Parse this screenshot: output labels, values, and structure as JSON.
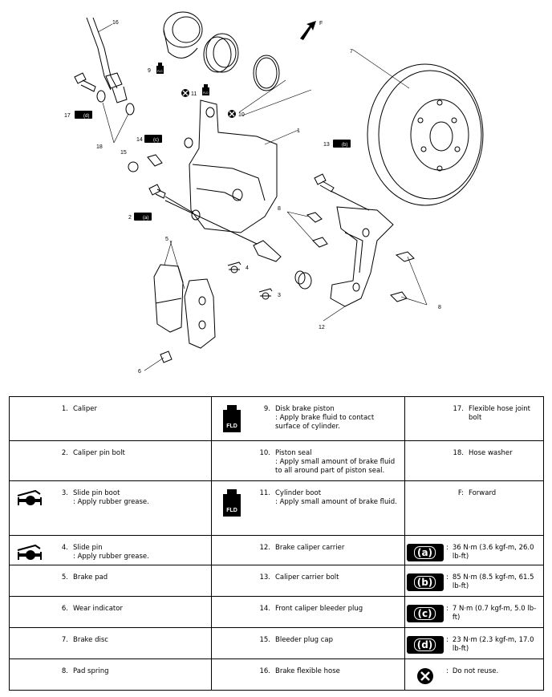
{
  "diagram_labels": {
    "n1": "1",
    "n2": "2",
    "n3": "3",
    "n4": "4",
    "n5": "5",
    "n6": "6",
    "n7": "7",
    "n8a": "8",
    "n8b": "8",
    "n9": "9",
    "n10": "10",
    "n11": "11",
    "n12": "12",
    "n13": "13",
    "n14": "14",
    "n15": "15",
    "n16": "16",
    "n17": "17",
    "n18": "18",
    "forward": "F",
    "ta": "(a)",
    "tb": "(b)",
    "tc": "(c)",
    "td": "(d)",
    "fld9": "FLD",
    "fld11": "FLD"
  },
  "legend": {
    "rows": [
      [
        {
          "num": "1.",
          "name": "Caliper",
          "note": ""
        },
        {
          "icon": "fld",
          "icon_label": "FLD",
          "num": "9.",
          "name": "Disk brake piston",
          "note": ": Apply brake fluid to contact surface of cylinder."
        },
        {
          "num": "17.",
          "name": "Flexible hose joint bolt",
          "note": ""
        }
      ],
      [
        {
          "num": "2.",
          "name": "Caliper pin bolt",
          "note": ""
        },
        {
          "num": "10.",
          "name": "Piston seal",
          "note": ": Apply small amount of brake fluid to all around part of piston seal."
        },
        {
          "num": "18.",
          "name": "Hose washer",
          "note": ""
        }
      ],
      [
        {
          "icon": "grease",
          "num": "3.",
          "name": "Slide pin boot",
          "note": ": Apply rubber grease."
        },
        {
          "icon": "fld",
          "icon_label": "FLD",
          "num": "11.",
          "name": "Cylinder boot",
          "note": ": Apply small amount of brake fluid."
        },
        {
          "num": "F:",
          "name": "Forward",
          "note": ""
        }
      ],
      [
        {
          "icon": "grease",
          "num": "4.",
          "name": "Slide pin",
          "note": ": Apply rubber grease."
        },
        {
          "num": "12.",
          "name": "Brake caliper carrier",
          "note": ""
        },
        {
          "icon": "torque",
          "icon_label": "(a)",
          "value": "36 N·m (3.6 kgf-m, 26.0 lb-ft)"
        }
      ],
      [
        {
          "num": "5.",
          "name": "Brake pad",
          "note": ""
        },
        {
          "num": "13.",
          "name": "Caliper carrier bolt",
          "note": ""
        },
        {
          "icon": "torque",
          "icon_label": "(b)",
          "value": "85 N·m (8.5 kgf-m, 61.5 lb-ft)"
        }
      ],
      [
        {
          "num": "6.",
          "name": "Wear indicator",
          "note": ""
        },
        {
          "num": "14.",
          "name": "Front caliper bleeder plug",
          "note": ""
        },
        {
          "icon": "torque",
          "icon_label": "(c)",
          "value": "7 N·m (0.7 kgf-m, 5.0 lb-ft)"
        }
      ],
      [
        {
          "num": "7.",
          "name": "Brake disc",
          "note": ""
        },
        {
          "num": "15.",
          "name": "Bleeder plug cap",
          "note": ""
        },
        {
          "icon": "torque",
          "icon_label": "(d)",
          "value": "23 N·m (2.3 kgf-m, 17.0 lb-ft)"
        }
      ],
      [
        {
          "num": "8.",
          "name": "Pad spring",
          "note": ""
        },
        {
          "num": "16.",
          "name": "Brake flexible hose",
          "note": ""
        },
        {
          "icon": "noreuse",
          "value": "Do not reuse."
        }
      ]
    ]
  }
}
